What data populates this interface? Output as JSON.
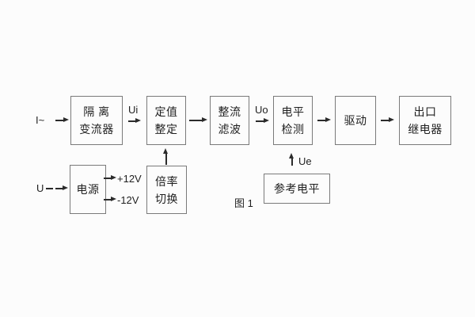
{
  "colors": {
    "background": "#fcfcfc",
    "line": "#2b2b2b",
    "box_border": "#7a7a7a",
    "text": "#1f1f1f"
  },
  "caption": "图 1",
  "signals": {
    "input_current": "I~",
    "input_voltage": "U",
    "ui": "Ui",
    "uo": "Uo",
    "ue": "Ue",
    "plus_12v": "+12V",
    "minus_12v": "-12V"
  },
  "blocks": {
    "isolation_transformer": {
      "line1": "隔 离",
      "line2": "变流器"
    },
    "setpoint_setting": {
      "line1": "定值",
      "line2": "整定"
    },
    "rectify_filter": {
      "line1": "整流",
      "line2": "滤波"
    },
    "level_detection": {
      "line1": "电平",
      "line2": "检测"
    },
    "drive": {
      "line1": "驱动"
    },
    "output_relay": {
      "line1": "出口",
      "line2": "继电器"
    },
    "power_supply": {
      "line1": "电源"
    },
    "ratio_switch": {
      "line1": "倍率",
      "line2": "切换"
    },
    "reference_level": {
      "line1": "参考电平"
    }
  }
}
